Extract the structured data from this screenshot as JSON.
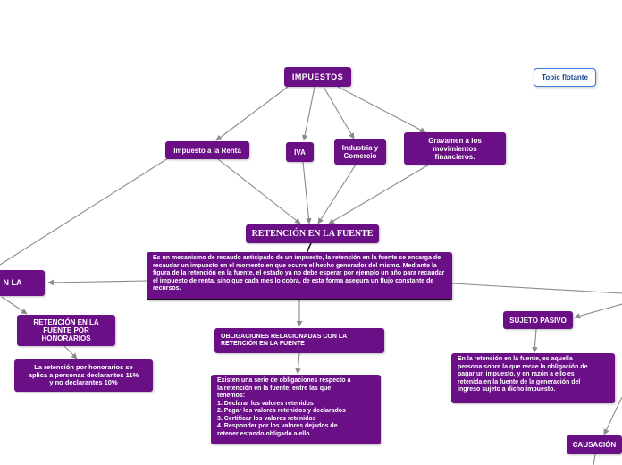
{
  "nodes": {
    "impuestos": "IMPUESTOS",
    "impuesto_renta": "Impuesto a la Renta",
    "iva": "IVA",
    "industria_comercio": "Industria y\nComercio",
    "gravamen": "Gravamen a los\nmovimientos\nfinancieros.",
    "retencion_fuente": "RETENCIÓN EN LA FUENTE",
    "retencion_desc": "Es un mecanismo de recaudo anticipado de un impuesto, la retención en la fuente se encarga de recaudar un impuesto en el momento en que ocurre el hecho generador del mismo. Mediante la figura de la retención en la fuente, el estado ya no debe esperar por ejemplo un año para recaudar el impuesto de renta, sino que cada mes lo cobra, de esta forma asegura un flujo constante de recursos.",
    "left_cut": "N LA",
    "retencion_honorarios": "RETENCIÓN EN LA\nFUENTE POR\nHONORARIOS",
    "honorarios_desc": "La retención por honorarios se\naplica a personas declarantes 11%\ny no declarantes 10%",
    "obligaciones": "OBLIGACIONES RELACIONADAS CON LA\nRETENCIÓN EN LA FUENTE",
    "obligaciones_desc": "Existen una serie de obligaciones respecto a\nla retención en la fuente, entre las que\ntenemos:\n1.  Declarar los valores retenidos\n2.  Pagar los valores retenidos y declarados\n3.   Certificar los valores retenidos\n4.   Responder por los valores dejados de\nretener estando obligado a ello",
    "sujeto_pasivo": "SUJETO PASIVO",
    "sujeto_desc": "En la retención en la fuente, es aquella\npersona sobre la que recae la obligación de\npagar un impuesto, y en razón a ello es\nretenida en la fuente de la generación del\ningreso sujeto a dicho impuesto.",
    "causacion": "CAUSACIÓN",
    "topic_flotante": "Topic flotante"
  },
  "colors": {
    "node_fill": "#6a0f86",
    "node_text": "#ffffff",
    "edge": "#8a8a8a",
    "floating_border": "#3a7bd5",
    "floating_text": "#1a4a8c"
  }
}
